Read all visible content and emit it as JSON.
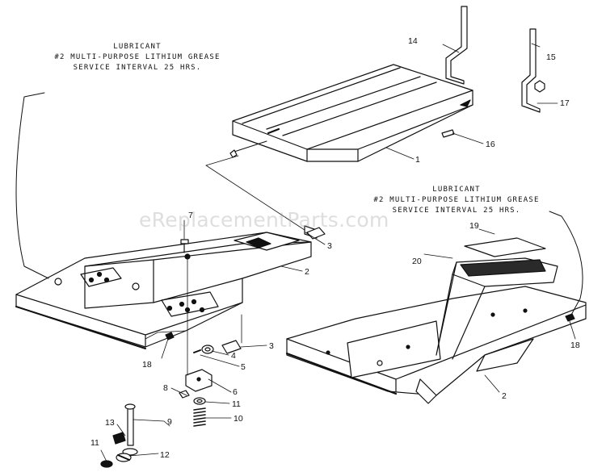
{
  "watermark": "eReplacementParts.com",
  "notes": {
    "left": {
      "line1": "LUBRICANT",
      "line2": "#2 MULTI-PURPOSE LITHIUM GREASE",
      "line3": "SERVICE INTERVAL 25 HRS."
    },
    "right": {
      "line1": "LUBRICANT",
      "line2": "#2 MULTI-PURPOSE LITHIUM GREASE",
      "line3": "SERVICE INTERVAL 25 HRS."
    }
  },
  "callouts": {
    "c1": "1",
    "c2a": "2",
    "c2b": "2",
    "c3a": "3",
    "c3b": "3",
    "c4": "4",
    "c5": "5",
    "c6": "6",
    "c7": "7",
    "c8": "8",
    "c9": "9",
    "c10": "10",
    "c11a": "11",
    "c11b": "11",
    "c12": "12",
    "c13": "13",
    "c14": "14",
    "c15": "15",
    "c16": "16",
    "c17": "17",
    "c18a": "18",
    "c18b": "18",
    "c19": "19",
    "c20": "20"
  },
  "colors": {
    "ink": "#111111",
    "paper": "#ffffff",
    "shade": "#2a2a2a"
  }
}
